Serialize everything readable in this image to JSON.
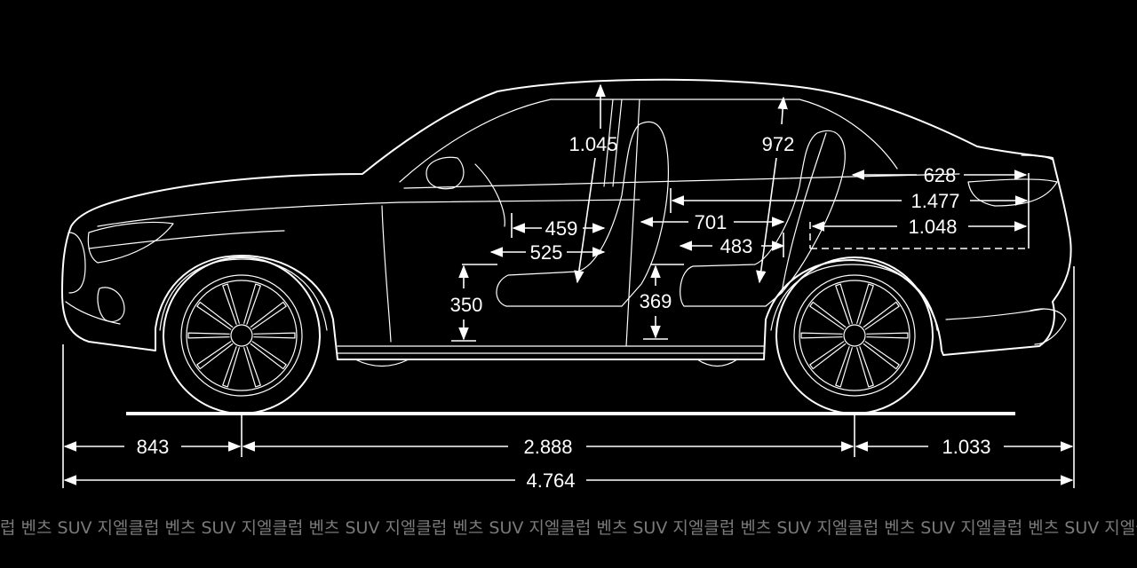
{
  "dimensions": {
    "front_overhang": "843",
    "wheelbase": "2.888",
    "rear_overhang": "1.033",
    "overall_length": "4.764",
    "front_headroom": "1.045",
    "rear_headroom": "972",
    "rear_trunk_top": "628",
    "trunk_length_upper": "1.477",
    "trunk_length_lower": "1.048",
    "front_seat_depth": "459",
    "front_seat_cushion": "525",
    "rear_legroom": "701",
    "rear_seat_cushion": "483",
    "front_seat_height": "350",
    "rear_seat_height": "369"
  },
  "watermark": {
    "text": "럽 벤츠 SUV 지엘클럽 벤츠 SUV 지엘클럽 벤츠 SUV 지엘클럽 벤츠 SUV 지엘클럽 벤츠 SUV 지엘클럽 벤츠 SUV 지엘클럽 벤츠 SUV 지엘클럽 벤츠 SUV 지엘클럽 벤"
  }
}
